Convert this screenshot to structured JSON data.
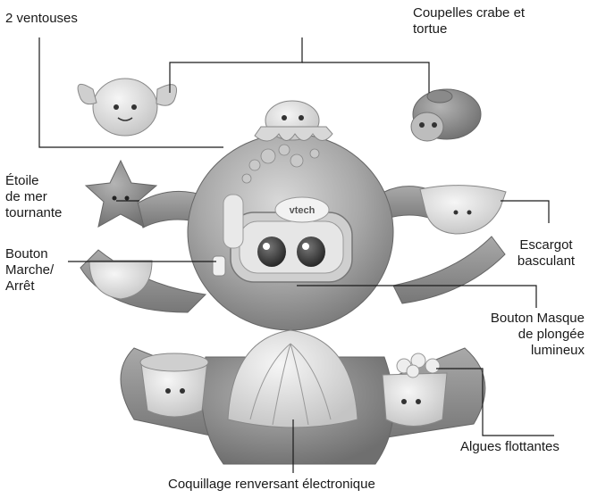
{
  "labels": {
    "ventouses": [
      "2 ventouses"
    ],
    "coupelles": [
      "Coupelles crabe et",
      "tortue"
    ],
    "etoile": [
      "Étoile",
      "de mer",
      "tournante"
    ],
    "bouton_marche": [
      "Bouton",
      "Marche/",
      "Arrêt"
    ],
    "escargot": [
      "Escargot",
      "basculant"
    ],
    "masque": [
      "Bouton Masque",
      "de plongée",
      "lumineux"
    ],
    "algues": [
      "Algues flottantes"
    ],
    "coquillage": [
      "Coquillage renversant électronique"
    ]
  },
  "toy": {
    "brand_text": "vtech"
  },
  "colors": {
    "line": "#1a1a1a",
    "toy_light": "#e9e9e9",
    "toy_mid": "#bdbdbd",
    "toy_dark": "#8c8c8c",
    "toy_darker": "#6e6e6e"
  }
}
